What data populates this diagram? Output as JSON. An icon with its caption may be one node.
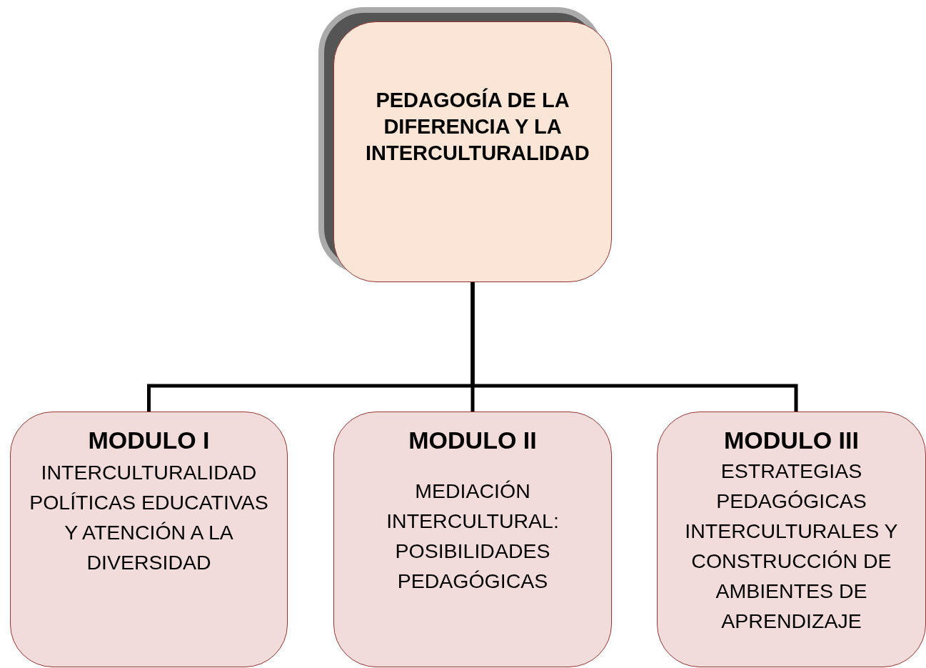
{
  "diagram": {
    "nodes": [
      {
        "text": [
          "PEDAGOGÍA DE LA DIFERENCIA Y LA INTERCULTURALIDAD"
        ]
      },
      {
        "text": [
          "MODULO I",
          "INTERCULTURALIDAD POLÍTICAS EDUCATIVAS Y ATENCIÓN A LA DIVERSIDAD"
        ]
      },
      {
        "text": [
          "MODULO II",
          "MEDIACIÓN INTERCULTURAL: POSIBILIDADES PEDAGÓGICAS"
        ]
      },
      {
        "text": [
          "MODULO III",
          "ESTRATEGIAS PEDAGÓGICAS INTERCULTURALES Y CONSTRUCCIÓN DE AMBIENTES DE APRENDIZAJE"
        ]
      }
    ],
    "edges": [
      {
        "from": 0,
        "to": 1,
        "arrow": "none"
      },
      {
        "from": 0,
        "to": 2,
        "arrow": "none"
      },
      {
        "from": 0,
        "to": 3,
        "arrow": "none"
      }
    ]
  }
}
